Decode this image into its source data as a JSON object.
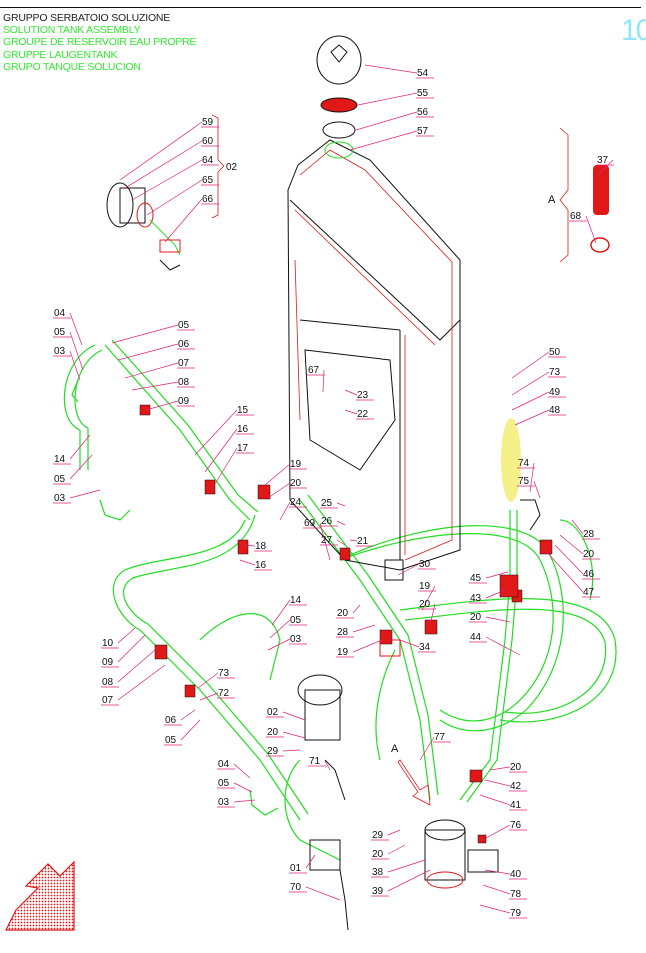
{
  "header": {
    "title": "GRUPPO SERBATOIO SOLUZIONE",
    "subtitles": [
      "SOLUTION TANK ASSEMBLY",
      "GROUPE DE RESERVOIR EAU PROPRE",
      "GRUPPE LAUGENTANK",
      "GRUPO TANQUE SOLUCION"
    ],
    "page_number": "10"
  },
  "colors": {
    "line": "#e0207a",
    "hose": "#22dd22",
    "part": "#e01818",
    "outline": "#111111",
    "highlight": "#f6f08a",
    "arrow": "#e01818"
  },
  "detail_label": "A",
  "group_label": "02",
  "callouts": [
    "54",
    "55",
    "56",
    "57",
    "59",
    "60",
    "64",
    "65",
    "66",
    "37",
    "68",
    "50",
    "73",
    "49",
    "48",
    "74",
    "75",
    "28",
    "20",
    "46",
    "47",
    "45",
    "43",
    "20",
    "44",
    "04",
    "05",
    "03",
    "05",
    "06",
    "07",
    "08",
    "09",
    "15",
    "16",
    "17",
    "19",
    "20",
    "24",
    "14",
    "05",
    "03",
    "18",
    "16",
    "67",
    "23",
    "22",
    "25",
    "26",
    "69",
    "27",
    "21",
    "30",
    "19",
    "20",
    "34",
    "20",
    "28",
    "19",
    "10",
    "09",
    "08",
    "07",
    "14",
    "05",
    "03",
    "73",
    "72",
    "06",
    "05",
    "02",
    "20",
    "29",
    "71",
    "04",
    "05",
    "03",
    "77",
    "20",
    "42",
    "41",
    "76",
    "29",
    "20",
    "38",
    "39",
    "01",
    "70",
    "40",
    "78",
    "79"
  ]
}
